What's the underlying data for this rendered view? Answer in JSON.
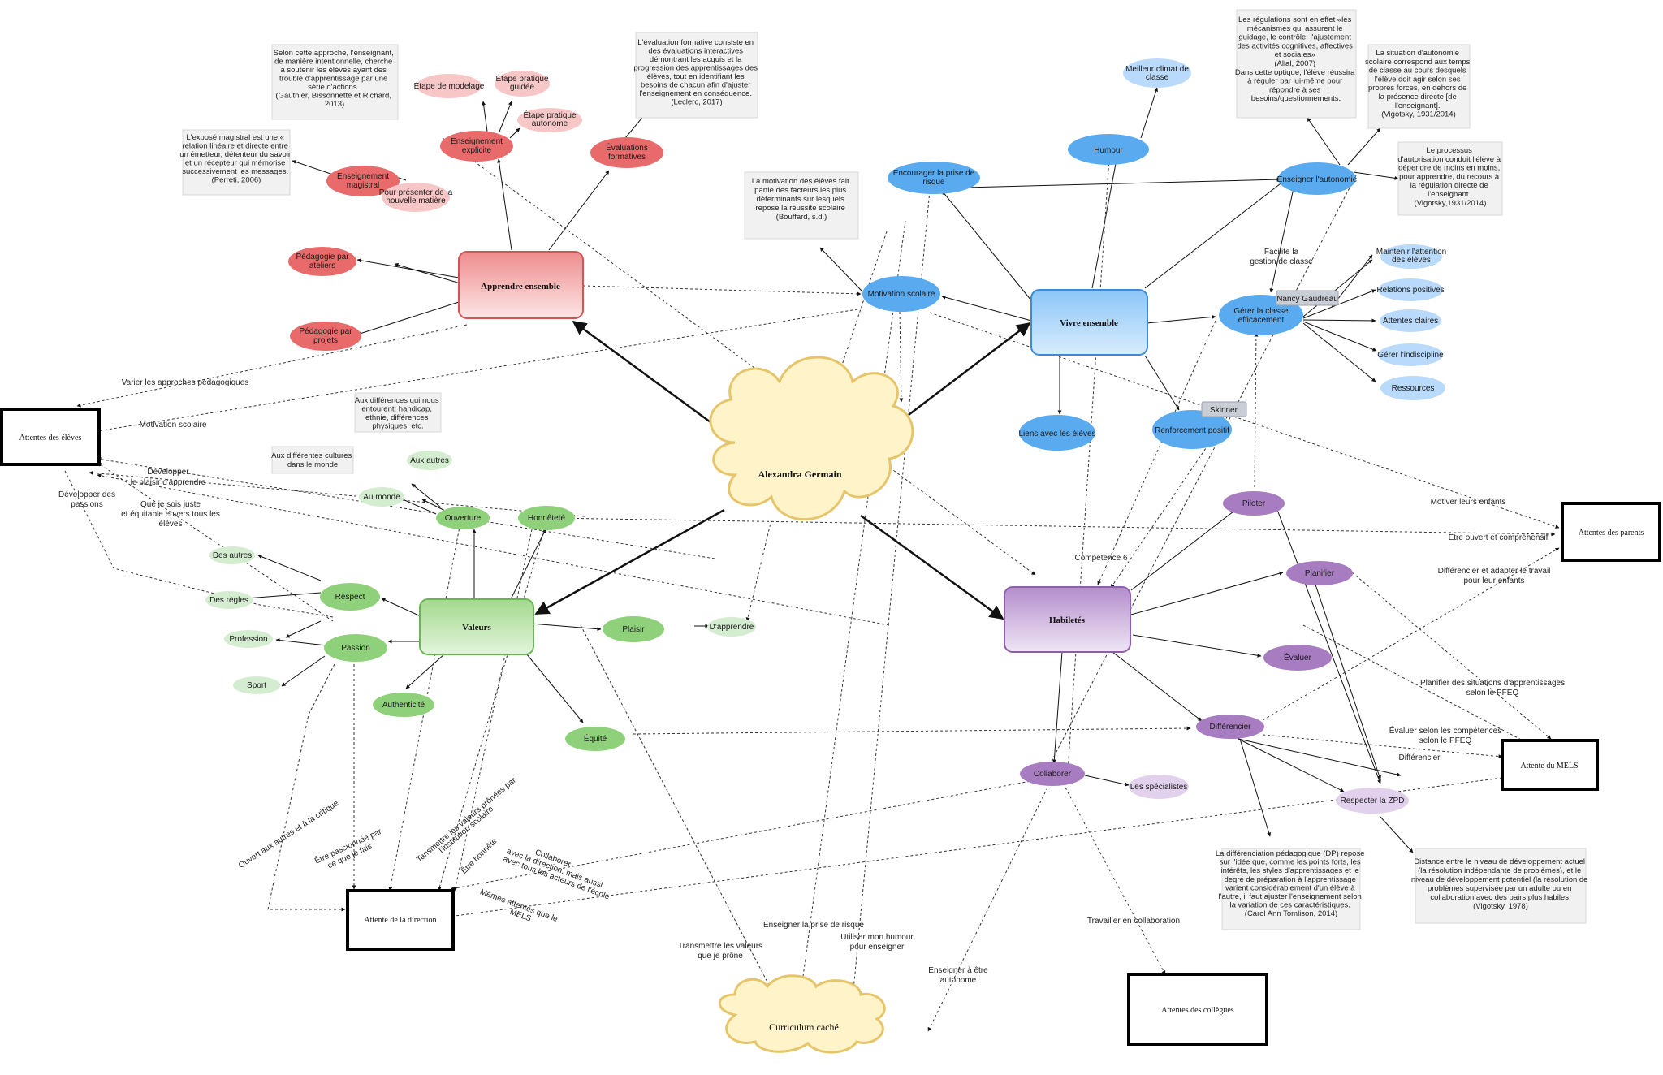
{
  "colors": {
    "red": "#e86a6a",
    "red_light": "#f7c7c7",
    "blue": "#5aaaf0",
    "blue_light": "#b9dafa",
    "green": "#8fd07a",
    "green_light": "#d4ecd0",
    "purple": "#a87cc0",
    "purple_light": "#e1d1ec",
    "cloud": "#fff3c9",
    "cloud_stroke": "#e6c56a"
  },
  "center": "Alexandra Germain",
  "hidden_curriculum": "Curriculum caché",
  "hubs": {
    "apprendre": "Apprendre ensemble",
    "vivre": "Vivre ensemble",
    "valeurs": "Valeurs",
    "habiletes": "Habiletés"
  },
  "expectations": {
    "eleves": "Attentes des élèves",
    "parents": "Attentes des parents",
    "mels": "Attente du MELS",
    "direction": "Attente de la direction",
    "collegues": "Attentes des collègues"
  },
  "red_nodes": {
    "enseignement_explicite": "Enseignement explicite",
    "enseignement_magistral": "Enseignement magistral",
    "pedagogie_ateliers": "Pédagogie par ateliers",
    "pedagogie_projets": "Pédagogie par projets",
    "evaluations_formatives": "Évaluations formatives",
    "etape_modelage": "Étape de modelage",
    "etape_guidee": "Étape pratique guidée",
    "etape_autonome": "Étape pratique autonome",
    "nouvelle_matiere": "Pour présenter de la nouvelle matière"
  },
  "blue_nodes": {
    "motivation": "Motivation scolaire",
    "encourager": "Encourager la prise de risque",
    "humour": "Humour",
    "climat": "Meilleur climat de classe",
    "autonomie": "Enseigner l'autonomie",
    "gerer": "Gérer la classe efficacement",
    "liens": "Liens avec les élèves",
    "renforcement": "Renforcement positif",
    "attention": "Maintenir l'attention des élèves",
    "relations": "Relations positives",
    "attentes_claires": "Attentes claires",
    "indiscipline": "Gérer l'indiscipline",
    "ressources": "Ressources"
  },
  "green_nodes": {
    "ouverture": "Ouverture",
    "honnetete": "Honnêteté",
    "respect": "Respect",
    "passion": "Passion",
    "authenticite": "Authenticité",
    "plaisir": "Plaisir",
    "dapprendre": "D'apprendre",
    "equite": "Équité",
    "au_monde": "Au monde",
    "aux_autres": "Aux autres",
    "des_autres": "Des autres",
    "des_regles": "Des règles",
    "profession": "Profession",
    "sport": "Sport"
  },
  "purple_nodes": {
    "piloter": "Piloter",
    "planifier": "Planifier",
    "evaluer": "Évaluer",
    "differencier": "Différencier",
    "collaborer": "Collaborer",
    "specialistes": "Les spécialistes",
    "zpd": "Respecter la ZPD"
  },
  "tags": {
    "nancy": "Nancy Gaudreau",
    "skinner": "Skinner"
  },
  "notes": {
    "gauthier": [
      "Selon cette approche, l'enseignant,",
      "de manière intentionnelle, cherche",
      "à soutenir les élèves ayant des",
      "trouble d'apprentissage par une",
      "série d'actions.",
      "",
      "(Gauthier, Bissonnette et Richard,",
      "2013)"
    ],
    "perreti": [
      "L'exposé magistral est une «",
      "relation linéaire et directe entre",
      "un émetteur, détenteur du savoir",
      "et un récepteur qui mémorise",
      "successivement les messages.",
      "",
      "(Perreti, 2006)"
    ],
    "leclerc": [
      "L'évaluation formative consiste en",
      "des évaluations interactives",
      "démontrant les acquis et la",
      "progression des apprentissages des",
      "élèves, tout en identifiant les",
      "besoins de chacun afin d'ajuster",
      "l'enseignement en conséquence.",
      "",
      "(Leclerc, 2017)"
    ],
    "bouffard": [
      "La motivation des élèves fait",
      "partie des facteurs les plus",
      "déterminants sur lesquels",
      "repose la réussite scolaire",
      "",
      "(Bouffard, s.d.)"
    ],
    "allal": [
      "Les régulations sont en effet «les",
      "mécanismes qui assurent le",
      "guidage, le contrôle, l'ajustement",
      "des activités cognitives, affectives",
      "et sociales»",
      "(Allal, 2007)",
      "",
      "Dans cette optique, l'élève réussira",
      "à réguler par lui-même pour",
      "répondre à ses",
      "besoins/questionnements."
    ],
    "vigotsky1": [
      "La situation d'autonomie",
      "scolaire correspond aux temps",
      "de classe au cours desquels",
      "l'élève doit agir selon ses",
      "propres forces, en dehors de",
      "la présence directe [de",
      "l'enseignant].",
      "",
      "(Vigotsky, 1931/2014)"
    ],
    "vigotsky2": [
      "Le processus",
      "d'autorisation conduit l'élève à",
      "dépendre de moins en moins,",
      "pour apprendre, du recours à",
      "la régulation directe de",
      "l'enseignant.",
      "",
      "(Vigotsky,1931/2014)"
    ],
    "differences": [
      "Aux différences qui nous",
      "entourent: handicap,",
      "ethnie, différences",
      "physiques, etc."
    ],
    "cultures": [
      "Aux différentes cultures",
      "dans le monde"
    ],
    "tomlinson": [
      "La différenciation pédagogique (DP) repose",
      "sur l'idée que, comme les points forts, les",
      "intérêts, les styles d'apprentissages et le",
      "degré de préparation à l'apprentissage",
      "varient considérablement d'un élève à",
      "l'autre, il faut ajuster l'enseignement selon",
      "la variation de ces caractéristiques.",
      "",
      "(Carol Ann Tomlison, 2014)"
    ],
    "zpd": [
      "Distance entre le niveau de développement actuel",
      "(la résolution indépendante de problèmes), et le",
      "niveau de développement potentiel (la résolution de",
      "problèmes supervisée par un adulte ou en",
      "collaboration avec des pairs plus habiles",
      "",
      "(Vigotsky, 1978)"
    ]
  },
  "edge_labels": {
    "varier": "Varier les approches pédagogiques",
    "motivation": "Motivation scolaire",
    "developper_plaisir": [
      "Développer",
      "le plaisir d'apprendre"
    ],
    "juste": [
      "Que je sois juste",
      "et équitable envers tous les",
      "élèves"
    ],
    "passions": [
      "Développer des",
      "passions"
    ],
    "facilite": [
      "Facilite la",
      "gestion de classe"
    ],
    "motiver": "Motiver leurs enfants",
    "ouvert": "Être ouvert et compréhensif",
    "adapter": [
      "Différencier et adapter le travail",
      "pour leur enfants"
    ],
    "planifier_pfeq": [
      "Planifier des situations d'apprentissages",
      "selon le PFEQ"
    ],
    "evaluer_pfeq": [
      "Évaluer selon les compétences",
      "selon le PFEQ"
    ],
    "differencier": "Différencier",
    "competence": "Compétence 6",
    "transmettre_inst": [
      "Tansmettre les valeurs prônées par",
      "l'institution scolaire"
    ],
    "etre_honnete": "Être honnête",
    "ouvert_critique": "Ouvert aux autres et à la critique",
    "passionnee": [
      "Être passionnée par",
      "ce que je fais"
    ],
    "collaborer_dir": [
      "Collaborer",
      "avec la direction, mais aussi",
      "avec tous les acteurs de l'école"
    ],
    "memes_attentes": [
      "Mêmes attentes que le",
      "MELS"
    ],
    "prise_risque": "Enseigner la prise de risque",
    "humour": [
      "Utiliser mon humour",
      "pour enseigner"
    ],
    "transmettre_valeurs": [
      "Transmettre les valeurs",
      "que je prône"
    ],
    "autonome": [
      "Enseigner à être",
      "autonome"
    ],
    "travailler": "Travailler en collaboration"
  }
}
